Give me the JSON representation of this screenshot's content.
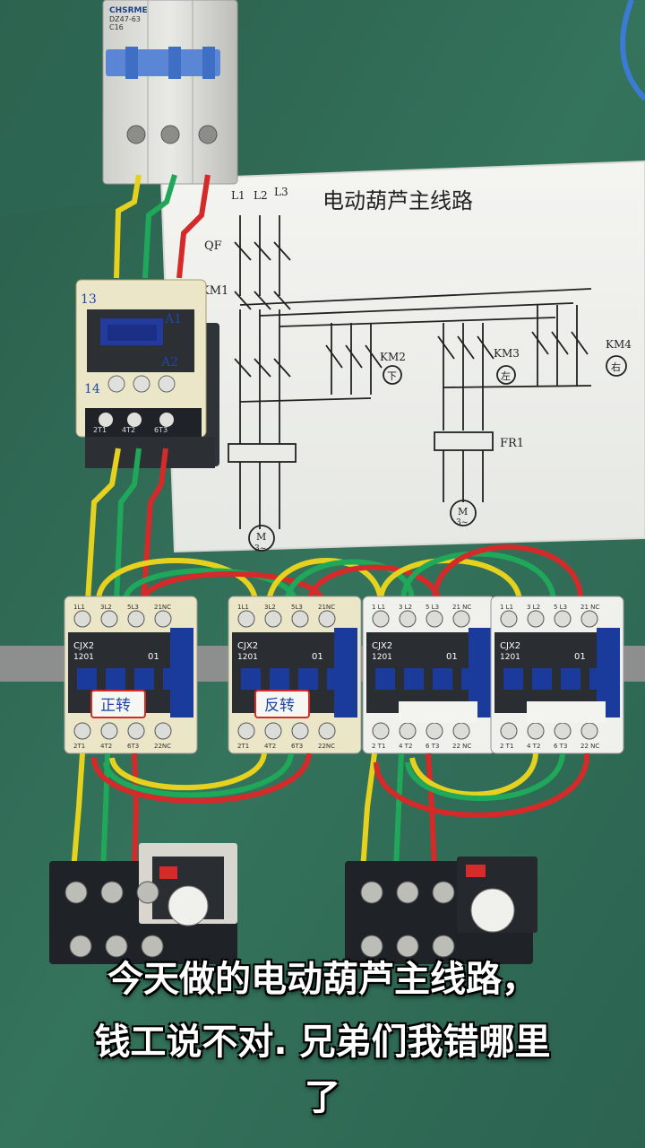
{
  "breaker": {
    "brand": "CHSRME",
    "model": "DZ47-63",
    "rating": "C16"
  },
  "contactor_top": {
    "terminal_top": "13",
    "coil_a1": "A1",
    "coil_a2": "A2",
    "terminal_bottom": "14",
    "t1": "2T1",
    "t2": "4T2",
    "t3": "6T3"
  },
  "diagram": {
    "title": "电动葫芦主线路",
    "l1": "L1",
    "l2": "L2",
    "l3": "L3",
    "qf": "QF",
    "km1": "KM1",
    "km2": "KM2",
    "km3": "KM3",
    "km4": "KM4",
    "km2_sym": "下",
    "km3_sym": "左",
    "km4_sym": "右",
    "fr": "FR1",
    "motor_left": "M",
    "motor_left_sub": "3~",
    "motor_right": "M",
    "motor_right_sub": "3~"
  },
  "contactors": [
    {
      "model": "CJX2",
      "sub": "1201",
      "contact": "01",
      "tag": "正转",
      "top_terms": [
        "1L1",
        "3L2",
        "5L3",
        "21NC"
      ],
      "bot_terms": [
        "2T1",
        "4T2",
        "6T3",
        "22NC"
      ]
    },
    {
      "model": "CJX2",
      "sub": "1201",
      "contact": "01",
      "tag": "反转",
      "top_terms": [
        "1L1",
        "3L2",
        "5L3",
        "21NC"
      ],
      "bot_terms": [
        "2T1",
        "4T2",
        "6T3",
        "22NC"
      ]
    },
    {
      "model": "CJX2",
      "sub": "1201",
      "contact": "01",
      "tag": "",
      "top_terms": [
        "1 L1",
        "3 L2",
        "5 L3",
        "21 NC"
      ],
      "bot_terms": [
        "2 T1",
        "4 T2",
        "6 T3",
        "22 NC"
      ]
    },
    {
      "model": "CJX2",
      "sub": "1201",
      "contact": "01",
      "tag": "",
      "top_terms": [
        "1 L1",
        "3 L2",
        "5 L3",
        "21 NC"
      ],
      "bot_terms": [
        "2 T1",
        "4 T2",
        "6 T3",
        "22 NC"
      ]
    }
  ],
  "caption": {
    "line1": "今天做的电动葫芦主线路，",
    "line2": "钱工说不对. 兄弟们我错哪里",
    "line3": "了"
  },
  "colors": {
    "board": "#2f6b56",
    "yellow": "#e6d21e",
    "green": "#1fa85a",
    "red": "#d42a2a",
    "contactor_blue": "#1a3a9c"
  }
}
